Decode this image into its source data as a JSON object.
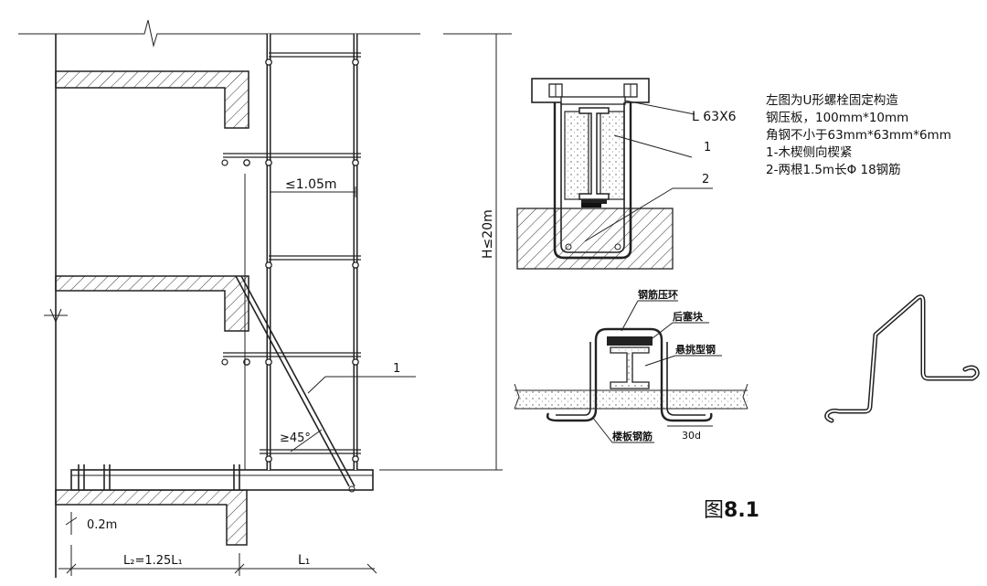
{
  "scaffold": {
    "spacing_label": "≤1.05m",
    "height_label": "H≤20m",
    "strut_label": "1",
    "angle_label": "≥45°",
    "offset_label": "0.2m",
    "cantilever_label": "L₂=1.25L₁",
    "span_label": "L₁"
  },
  "u_bolt": {
    "angle_steel_label": "L 63X6",
    "callout_1": "1",
    "callout_2": "2"
  },
  "notes": [
    "左图为U形螺栓固定构造",
    "钢压板，100mm*10mm",
    "角钢不小于63mm*63mm*6mm",
    "1-木楔侧向楔紧",
    "2-两根1.5m长Φ 18钢筋"
  ],
  "ring_detail": {
    "ring_label": "钢筋压环",
    "block_label": "后塞块",
    "beam_label": "悬挑型钢",
    "slab_rebar_label": "楼板钢筋",
    "anchor_length_label": "30d"
  },
  "figure": {
    "prefix": "图",
    "number": "8.1"
  }
}
